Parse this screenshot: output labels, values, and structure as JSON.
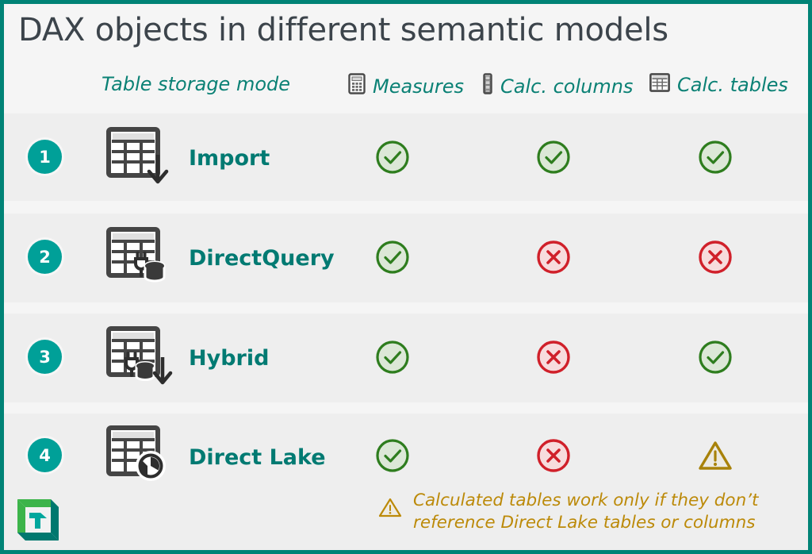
{
  "page": {
    "title": "DAX objects in different semantic models",
    "border_color": "#008376",
    "title_color": "#3c444b",
    "accent_teal": "#00a098",
    "label_teal": "#017a72",
    "ok_color": "#2e7d1e",
    "no_color": "#d0202a",
    "warn_color": "#a8820a",
    "row_bg": "#eeeeee",
    "gap_bg": "#f5f5f5"
  },
  "columns": [
    {
      "key": "storage",
      "label": "Table storage mode",
      "icon": ""
    },
    {
      "key": "measures",
      "label": "Measures",
      "icon": "calculator-icon"
    },
    {
      "key": "calc_columns",
      "label": "Calc. columns",
      "icon": "column-icon"
    },
    {
      "key": "calc_tables",
      "label": "Calc. tables",
      "icon": "table-grid-icon"
    }
  ],
  "rows": [
    {
      "number": "1",
      "mode": "Import",
      "mode_icon": "table-download-icon",
      "measures": "yes",
      "calc_columns": "yes",
      "calc_tables": "yes"
    },
    {
      "number": "2",
      "mode": "DirectQuery",
      "mode_icon": "table-plug-database-icon",
      "measures": "yes",
      "calc_columns": "no",
      "calc_tables": "no"
    },
    {
      "number": "3",
      "mode": "Hybrid",
      "mode_icon": "table-plug-database-download-icon",
      "measures": "yes",
      "calc_columns": "no",
      "calc_tables": "yes"
    },
    {
      "number": "4",
      "mode": "Direct Lake",
      "mode_icon": "table-lake-icon",
      "measures": "yes",
      "calc_columns": "no",
      "calc_tables": "warning"
    }
  ],
  "footnote": {
    "icon": "warning-triangle-icon",
    "text": "Calculated tables work only if they don’t reference Direct Lake tables or columns"
  },
  "logo": {
    "name": "tabular-tools-logo",
    "letter": "T",
    "outer_green": "#3cb44a",
    "inner_teal": "#00a79d",
    "shadow_teal": "#00786f"
  }
}
